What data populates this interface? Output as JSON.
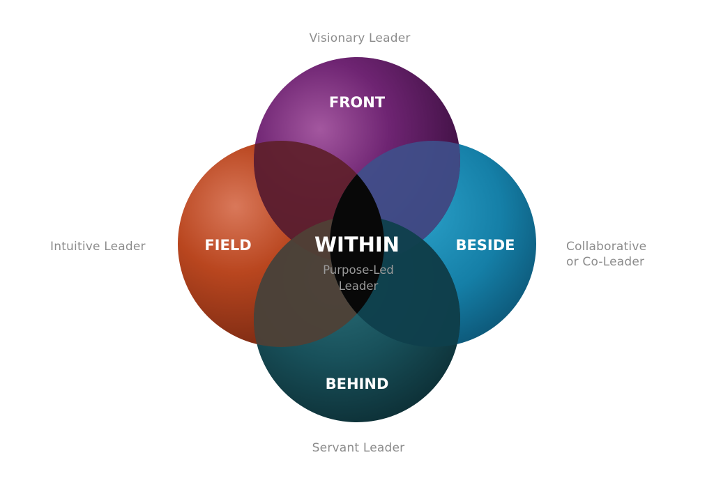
{
  "labels": {
    "top": "Visionary Leader",
    "left": "Intuitive Leader",
    "right_line1": "Collaborative",
    "right_line2": "or Co-Leader",
    "bottom": "Servant Leader"
  },
  "circles": {
    "front": "FRONT",
    "field": "FIELD",
    "beside": "BESIDE",
    "behind": "BEHIND"
  },
  "center": {
    "title": "WITHIN",
    "subtitle_line1": "Purpose-Led",
    "subtitle_line2": "Leader"
  },
  "colors": {
    "front": "#6a1f6e",
    "field": "#b8431e",
    "beside": "#1784ad",
    "behind": "#184e57",
    "center": "#0a0a0a",
    "outer_label": "#8c8c8c"
  }
}
